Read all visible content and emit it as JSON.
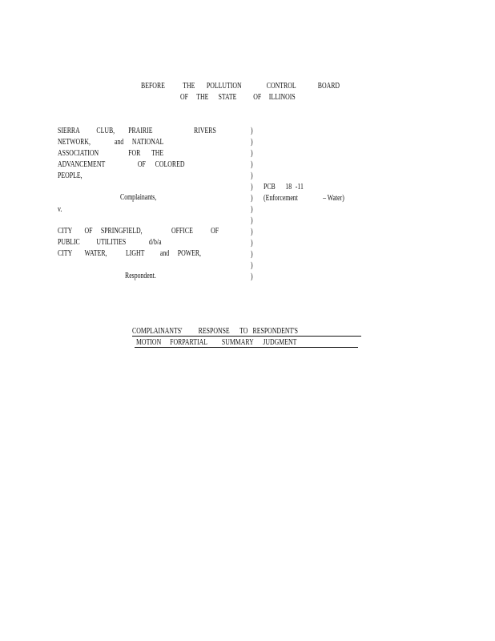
{
  "heading": {
    "line1": [
      "BEFORE",
      "THE",
      "POLLUTION",
      "CONTROL",
      "BOARD"
    ],
    "line2": [
      "OF",
      "THE",
      "STATE",
      "OF",
      "ILLINOIS"
    ]
  },
  "caption": {
    "complainants_lines": [
      [
        "SIERRA",
        "CLUB,",
        "PRAIRIE",
        "RIVERS"
      ],
      [
        "NETWORK,",
        "and",
        "NATIONAL"
      ],
      [
        "ASSOCIATION",
        "FOR",
        "THE"
      ],
      [
        "ADVANCEMENT",
        "OF",
        "COLORED"
      ],
      [
        "PEOPLE,"
      ]
    ],
    "complainants_label": "Complainants,",
    "versus": "v.",
    "respondent_lines": [
      [
        "CITY",
        "OF",
        "SPRINGFIELD,",
        "OFFICE",
        "OF"
      ],
      [
        "PUBLIC",
        "UTILITIES",
        "d/b/a"
      ],
      [
        "CITY",
        "WATER,",
        "LIGHT",
        "and",
        "POWER,"
      ]
    ],
    "respondent_label": "Respondent.",
    "paren": ")",
    "case_number": [
      "PCB",
      "18",
      "-11"
    ],
    "case_type": [
      "(Enforcement",
      "– Water)"
    ]
  },
  "title": {
    "line1": [
      "COMPLAINANTS'",
      "RESPONSE",
      "TO",
      "RESPONDENT'S"
    ],
    "line2": [
      "MOTION",
      "FORPARTIAL",
      "SUMMARY",
      "JUDGMENT"
    ]
  }
}
